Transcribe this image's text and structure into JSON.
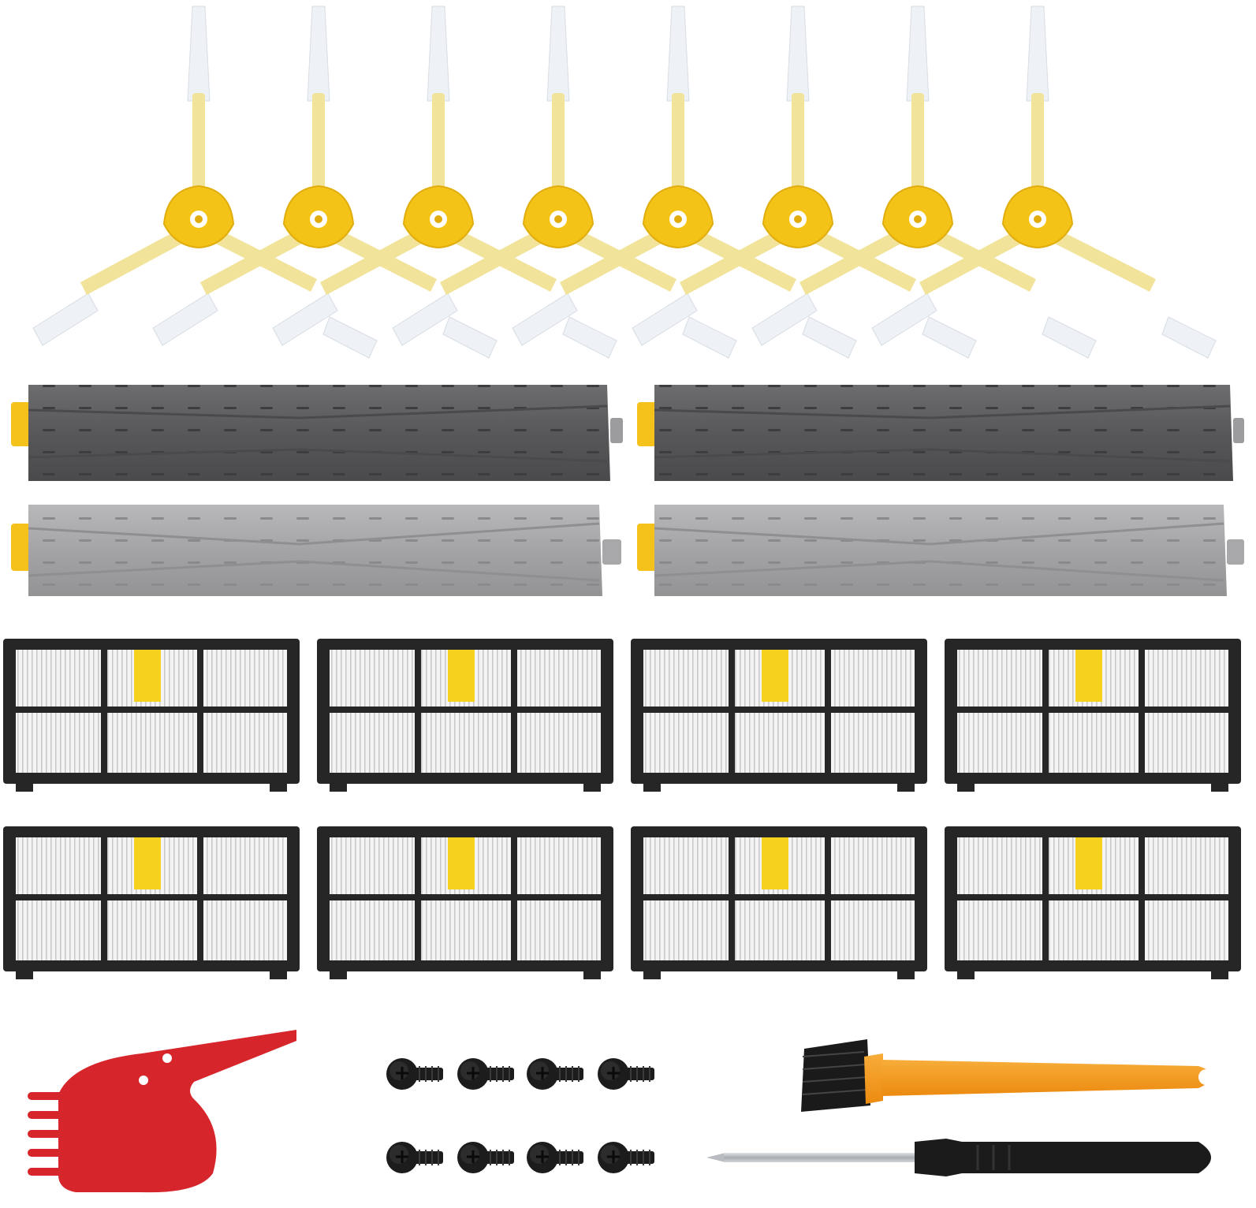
{
  "image": {
    "kind": "product-photo",
    "background": "#ffffff"
  },
  "kit": {
    "side_brushes": {
      "count": 8,
      "hub_color": "#f3c318",
      "arm_color": "#f2e39a",
      "bristle_color": "#eef2f6"
    },
    "rollers": {
      "count": 4,
      "dark_color": "#5f5f61",
      "light_color": "#a7a7a9",
      "end_cap_color": "#f4c21a",
      "axle_color": "#9c9c9e"
    },
    "hepa_filters": {
      "count": 8,
      "frame_color": "#262626",
      "pleat_color": "#f1f1f1",
      "tab_color": "#f6d21e"
    },
    "cleaning_tool": {
      "color": "#d6262b",
      "icon": "comb-cutter-icon"
    },
    "screws": {
      "count": 8,
      "color": "#1c1c1c"
    },
    "cleaning_brush": {
      "handle_color": "#f39a1c",
      "bristle_color": "#1a1a1a"
    },
    "screwdriver": {
      "handle_color": "#1b1b1b",
      "shaft_color": "#bfc3c7"
    }
  }
}
